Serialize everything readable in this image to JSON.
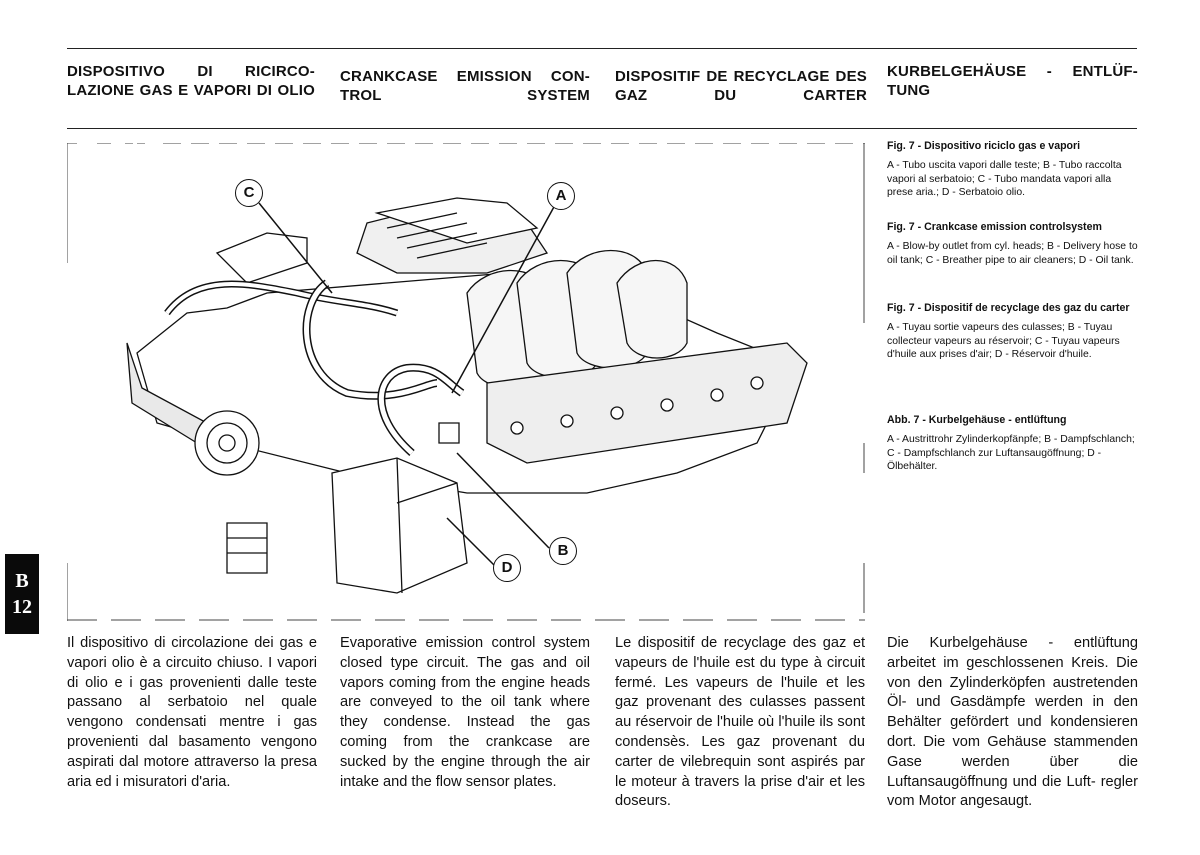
{
  "side_tab": {
    "letter": "B",
    "number": "12"
  },
  "headings": [
    "DISPOSITIVO DI RICIRCO-LAZIONE GAS E VAPORI DI OLIO",
    "CRANKCASE EMISSION CON-TROL SYSTEM",
    "DISPOSITIF DE RECYCLAGE DES GAZ DU CARTER",
    "KURBELGEHÄUSE - ENTLÜF-TUNG"
  ],
  "figure": {
    "callouts": [
      "C",
      "A",
      "B",
      "D"
    ]
  },
  "captions": [
    {
      "title": "Fig. 7 - Dispositivo riciclo gas e vapori",
      "text": "A - Tubo uscita vapori dalle teste; B - Tubo raccolta vapori al serbatoio; C - Tubo mandata vapori alla prese aria.; D - Serbatoio olio."
    },
    {
      "title": "Fig. 7 - Crankcase emission controlsystem",
      "text": "A - Blow-by outlet from cyl. heads; B - Delivery hose to oil tank; C - Breather pipe to air cleaners; D - Oil tank."
    },
    {
      "title": "Fig. 7 - Dispositif de recyclage des gaz du carter",
      "text": "A - Tuyau sortie vapeurs des culasses; B - Tuyau collecteur vapeurs au réservoir; C - Tuyau vapeurs d'huile aux prises d'air; D - Réservoir d'huile."
    },
    {
      "title": "Abb. 7 - Kurbelgehäuse - entlüftung",
      "text": "A - Austrittrohr Zylinderkopfänpfe; B - Dampfschlanch; C - Dampfschlanch zur Luftansaugöffnung; D - Ölbehälter."
    }
  ],
  "body": [
    "Il dispositivo di circolazione dei gas e vapori olio è a circuito chiuso. I vapori di olio e i gas provenienti dalle teste passano al serbatoio nel quale vengono condensati mentre i gas provenienti dal basamento vengono aspirati dal motore attraverso la presa aria ed i misuratori d'aria.",
    "Evaporative emission control system closed type circuit. The gas and oil vapors coming from the engine heads are conveyed to the oil tank where they condense. Instead the gas coming from the crankcase are sucked by the engine through the air intake and the flow sensor plates.",
    "Le dispositif de recyclage des gaz et vapeurs de l'huile est du type à circuit fermé. Les vapeurs de l'huile et les gaz provenant des culasses passent au réservoir de l'huile où l'huile ils sont condensès. Les gaz provenant du carter de vilebrequin sont aspirés par le moteur à travers la prise d'air et les doseurs.",
    "Die Kurbelgehäuse - entlüftung arbeitet im geschlossenen Kreis. Die von den Zylinderköpfen austretenden Öl- und Gasdämpfe werden in den Behälter gefördert und kondensieren dort. Die vom Gehäuse stammenden Gase werden über die Luftansaugöffnung und die Luft- regler vom Motor angesaugt."
  ]
}
